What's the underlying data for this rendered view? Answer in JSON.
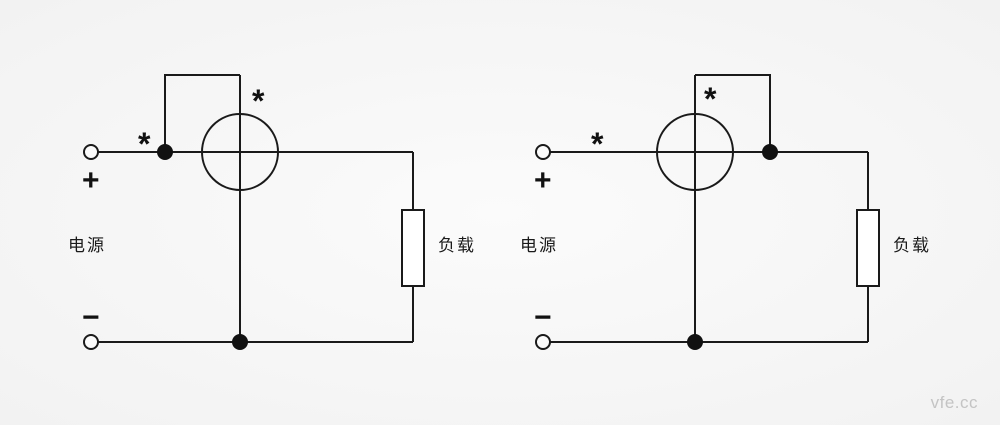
{
  "watermark": "vfe.cc",
  "colors": {
    "line": "#1a1a1a",
    "background": "#f2f2f2",
    "watermark": "#c4c4c4",
    "load_fill": "#ffffff"
  },
  "circuits": [
    {
      "id": "left",
      "source_label": "电源",
      "load_label": "负载",
      "positive_label": "+",
      "negative_label": "−",
      "star_current_terminal": "*",
      "star_voltage_terminal": "*"
    },
    {
      "id": "right",
      "source_label": "电源",
      "load_label": "负载",
      "positive_label": "+",
      "negative_label": "−",
      "star_current_terminal": "*",
      "star_voltage_terminal": "*"
    }
  ]
}
